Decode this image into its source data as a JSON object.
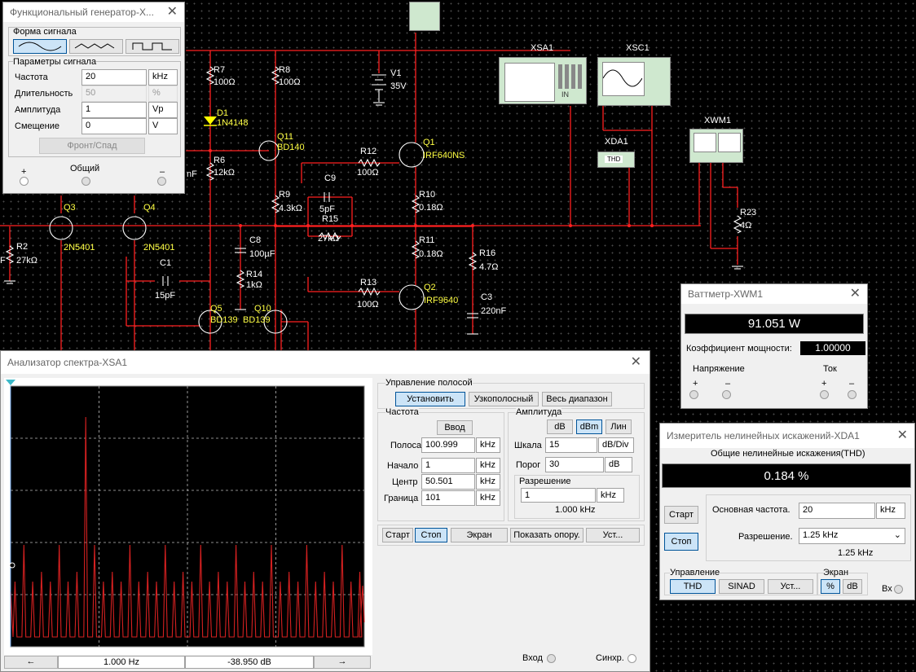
{
  "schematic": {
    "instruments": {
      "xsa": "XSA1",
      "xsc": "XSC1",
      "xda": "XDA1",
      "xda_thd": "THD",
      "xwm": "XWM1"
    },
    "components": [
      {
        "name": "R7",
        "value": "100Ω"
      },
      {
        "name": "R8",
        "value": "100Ω"
      },
      {
        "name": "D1",
        "value": "1N4148"
      },
      {
        "name": "Q11",
        "value": "BD140"
      },
      {
        "name": "V1",
        "value": "35V"
      },
      {
        "name": "Q1",
        "value": "IRF640NS"
      },
      {
        "name": "R12",
        "value": "100Ω"
      },
      {
        "name": "R6",
        "value": "12kΩ"
      },
      {
        "name": "C9",
        "value": "5pF"
      },
      {
        "name": "R9",
        "value": "4.3kΩ"
      },
      {
        "name": "R10",
        "value": "0.18Ω"
      },
      {
        "name": "R15",
        "value": "27kΩ"
      },
      {
        "name": "Q3",
        "value": "2N5401"
      },
      {
        "name": "Q4",
        "value": "2N5401"
      },
      {
        "name": "R2",
        "value": "27kΩ"
      },
      {
        "name": "C8",
        "value": "100µF"
      },
      {
        "name": "R11",
        "value": "0.18Ω"
      },
      {
        "name": "R16",
        "value": "4.7Ω"
      },
      {
        "name": "C1",
        "value": "15pF"
      },
      {
        "name": "R14",
        "value": "1kΩ"
      },
      {
        "name": "R13",
        "value": "100Ω"
      },
      {
        "name": "Q2",
        "value": "IRF9640"
      },
      {
        "name": "C3",
        "value": "220nF"
      },
      {
        "name": "Q5",
        "value": "BD139"
      },
      {
        "name": "Q10",
        "value": "BD139"
      },
      {
        "name": "R23",
        "value": "4Ω"
      }
    ],
    "fragments": {
      "nf": "nF",
      "f": "F"
    }
  },
  "funcgen": {
    "title": "Функциональный генератор-X...",
    "waveform_section": "Форма сигнала",
    "params_section": "Параметры сигнала",
    "rows": [
      {
        "label": "Частота",
        "value": "20",
        "unit": "kHz"
      },
      {
        "label": "Длительность",
        "value": "50",
        "unit": "%"
      },
      {
        "label": "Амплитуда",
        "value": "1",
        "unit": "Vp"
      },
      {
        "label": "Смещение",
        "value": "0",
        "unit": "V"
      }
    ],
    "rise_fall_button": "Фронт/Спад",
    "plus": "+",
    "common": "Общий",
    "minus": "–"
  },
  "wattmeter": {
    "title": "Ваттметр-XWM1",
    "reading": "91.051 W",
    "pf_label": "Коэффициент мощности:",
    "pf_value": "1.00000",
    "voltage": "Напряжение",
    "current": "Ток",
    "plus": "+",
    "minus": "–"
  },
  "spectrum": {
    "title": "Анализатор спектра-XSA1",
    "band_control": "Управление полосой",
    "btn_set": "Установить",
    "btn_narrow": "Узкополосный",
    "btn_full": "Весь диапазон",
    "freq_section": "Частота",
    "btn_enter": "Ввод",
    "span_label": "Полоса",
    "span_value": "100.999",
    "span_unit": "kHz",
    "start_label": "Начало",
    "start_value": "1",
    "start_unit": "kHz",
    "center_label": "Центр",
    "center_value": "50.501",
    "center_unit": "kHz",
    "end_label": "Граница",
    "end_value": "101",
    "end_unit": "kHz",
    "amp_section": "Амплитуда",
    "btn_db": "dB",
    "btn_dbm": "dBm",
    "btn_lin": "Лин",
    "scale_label": "Шкала",
    "scale_value": "15",
    "scale_unit": "dB/Div",
    "threshold_label": "Порог",
    "threshold_value": "30",
    "threshold_unit": "dB",
    "res_section": "Разрешение",
    "res_value": "1",
    "res_unit": "kHz",
    "res_readout": "1.000 kHz",
    "btn_start": "Старт",
    "btn_stop": "Стоп",
    "btn_screen": "Экран",
    "btn_show_ref": "Показать опору.",
    "btn_settings": "Уст...",
    "cursor_freq": "1.000  Hz",
    "cursor_amp": "-38.950  dB",
    "input_label": "Вход",
    "sync_label": "Синхр.",
    "arrow_left": "←",
    "arrow_right": "→"
  },
  "thd": {
    "title": "Измеритель нелинейных искажений-XDA1",
    "heading": "Общие нелинейные искажения(THD)",
    "reading": "0.184 %",
    "btn_start": "Старт",
    "btn_stop": "Стоп",
    "fund_label": "Основная частота.",
    "fund_value": "20",
    "fund_unit": "kHz",
    "res_label": "Разрешение.",
    "res_value": "1.25 kHz",
    "res_readout": "1.25 kHz",
    "control_section": "Управление",
    "btn_thd": "THD",
    "btn_sinad": "SINAD",
    "btn_settings": "Уст...",
    "screen_section": "Экран",
    "btn_pct": "%",
    "btn_db": "dB",
    "in_label": "Вх"
  },
  "colors": {
    "wire": "#ff2020",
    "trace": "#d42020",
    "screen": "#000000"
  }
}
